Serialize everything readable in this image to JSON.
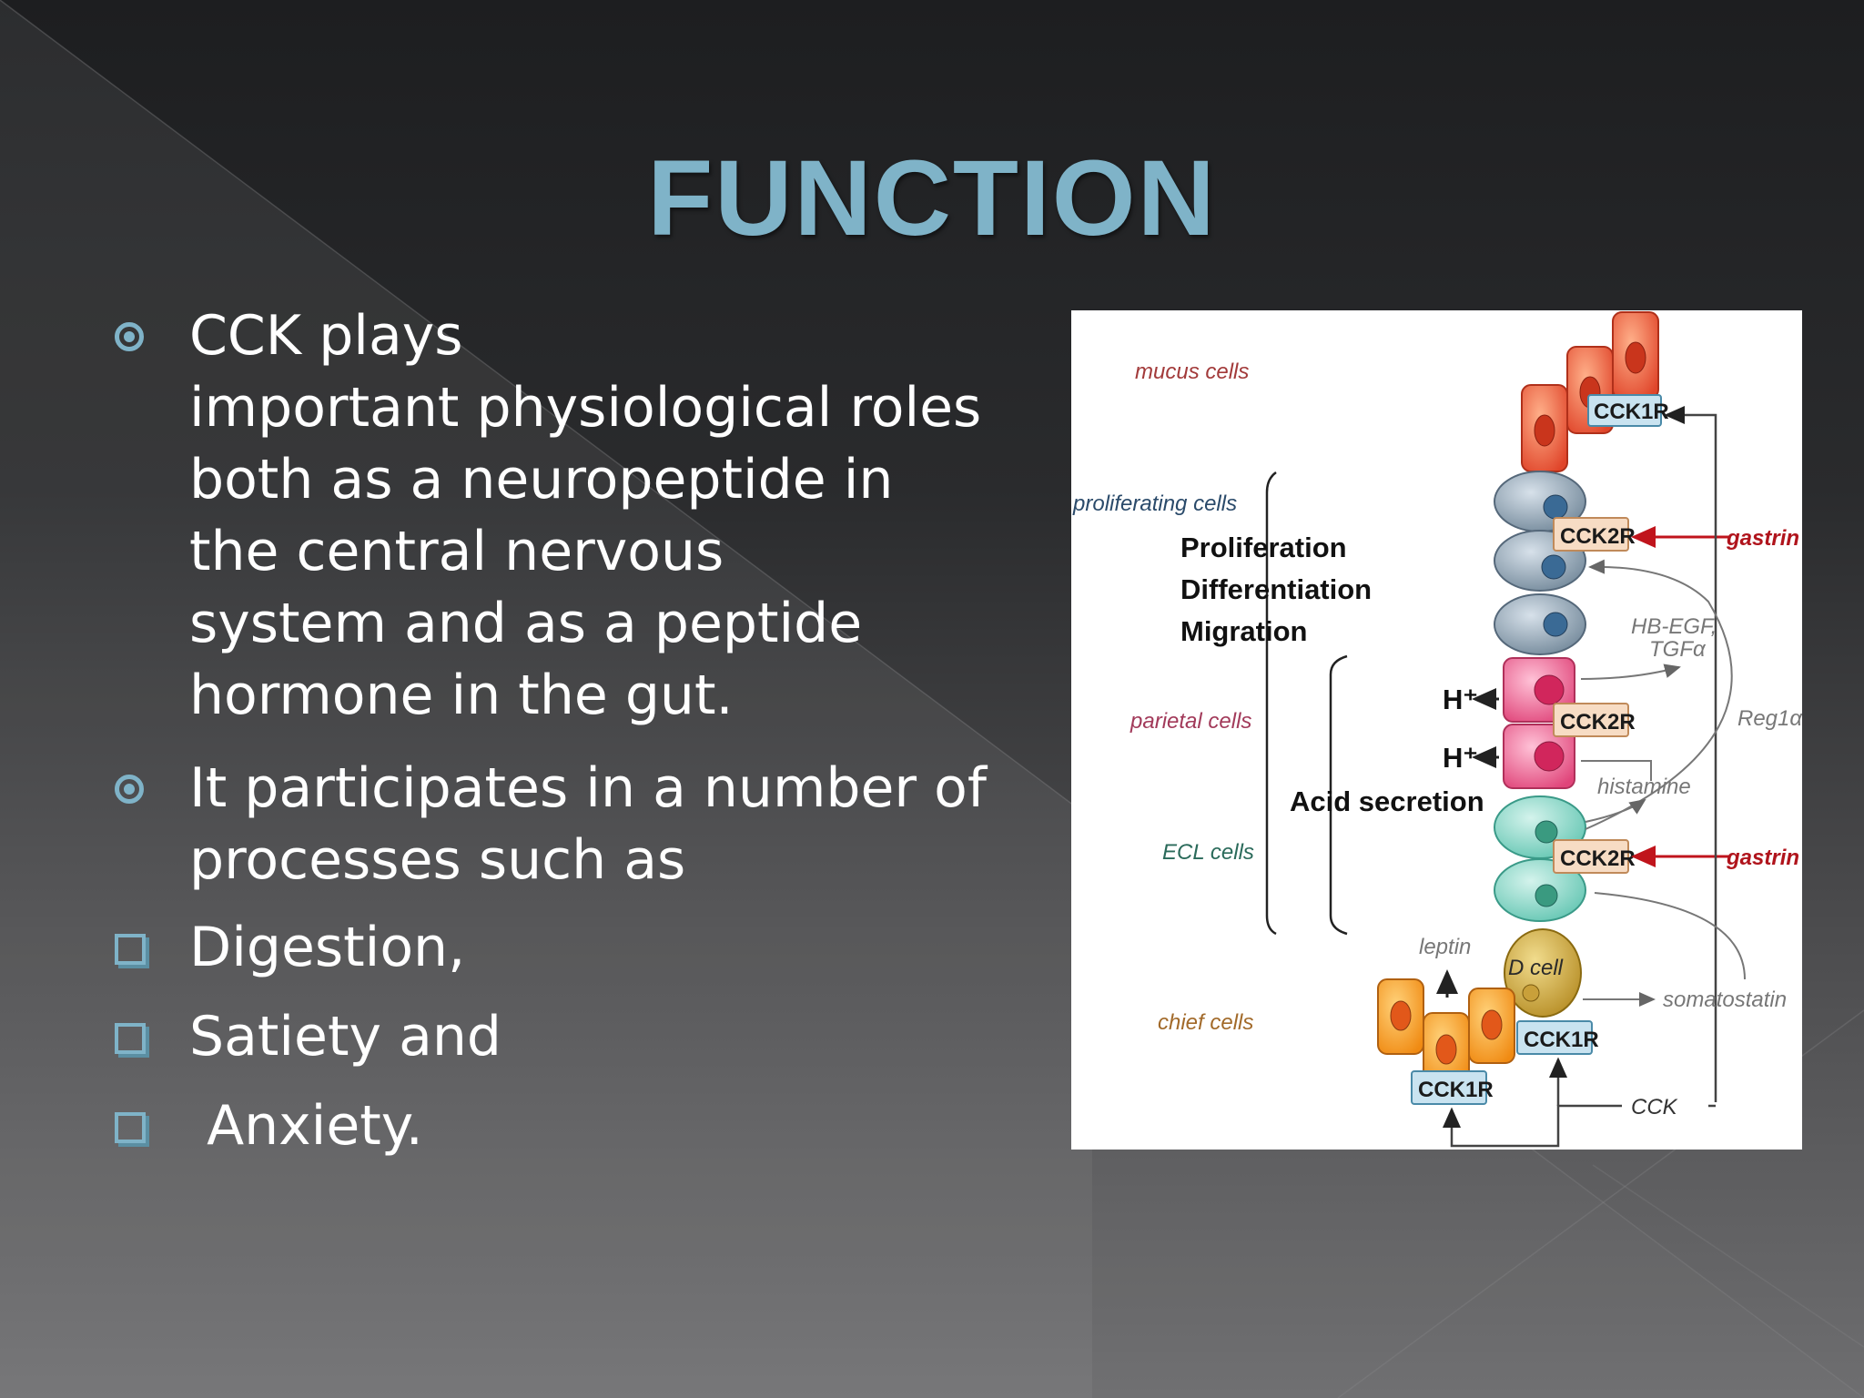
{
  "slide": {
    "title": "FUNCTION",
    "bullets": [
      {
        "type": "circle",
        "lines": [
          "CCK plays",
          "important physiological roles",
          "both as a neuropeptide in",
          "the central nervous",
          "system and as a peptide",
          "hormone in the gut."
        ]
      },
      {
        "type": "circle",
        "lines": [
          "It participates in a number of",
          "processes such as"
        ]
      },
      {
        "type": "square",
        "lines": [
          "Digestion,"
        ]
      },
      {
        "type": "square",
        "lines": [
          "Satiety and"
        ]
      },
      {
        "type": "square",
        "lines": [
          " Anxiety."
        ]
      }
    ],
    "colors": {
      "accent": "#7fb3c8",
      "text": "#ffffff"
    }
  },
  "figure": {
    "cell_labels": {
      "mucus": "mucus cells",
      "proliferating": "proliferating cells",
      "parietal": "parietal cells",
      "ecl": "ECL cells",
      "chief": "chief cells"
    },
    "processes": {
      "proliferation": "Proliferation",
      "differentiation": "Differentiation",
      "migration": "Migration",
      "acid": "Acid secretion"
    },
    "receptors": {
      "cck1r_top": "CCK1R",
      "cck2r_prolif": "CCK2R",
      "cck2r_parietal": "CCK2R",
      "cck2r_ecl": "CCK2R",
      "cck1r_dcell": "CCK1R",
      "cck1r_chief": "CCK1R"
    },
    "signals": {
      "gastrin_1": "gastrin",
      "gastrin_2": "gastrin",
      "hbegf": "HB-EGF,",
      "tgfa": "TGFα",
      "reg1a": "Reg1α",
      "histamine": "histamine",
      "leptin": "leptin",
      "somatostatin": "somatostatin",
      "cck": "CCK",
      "h_plus_1": "H⁺",
      "h_plus_2": "H⁺",
      "dcell": "D cell"
    }
  }
}
